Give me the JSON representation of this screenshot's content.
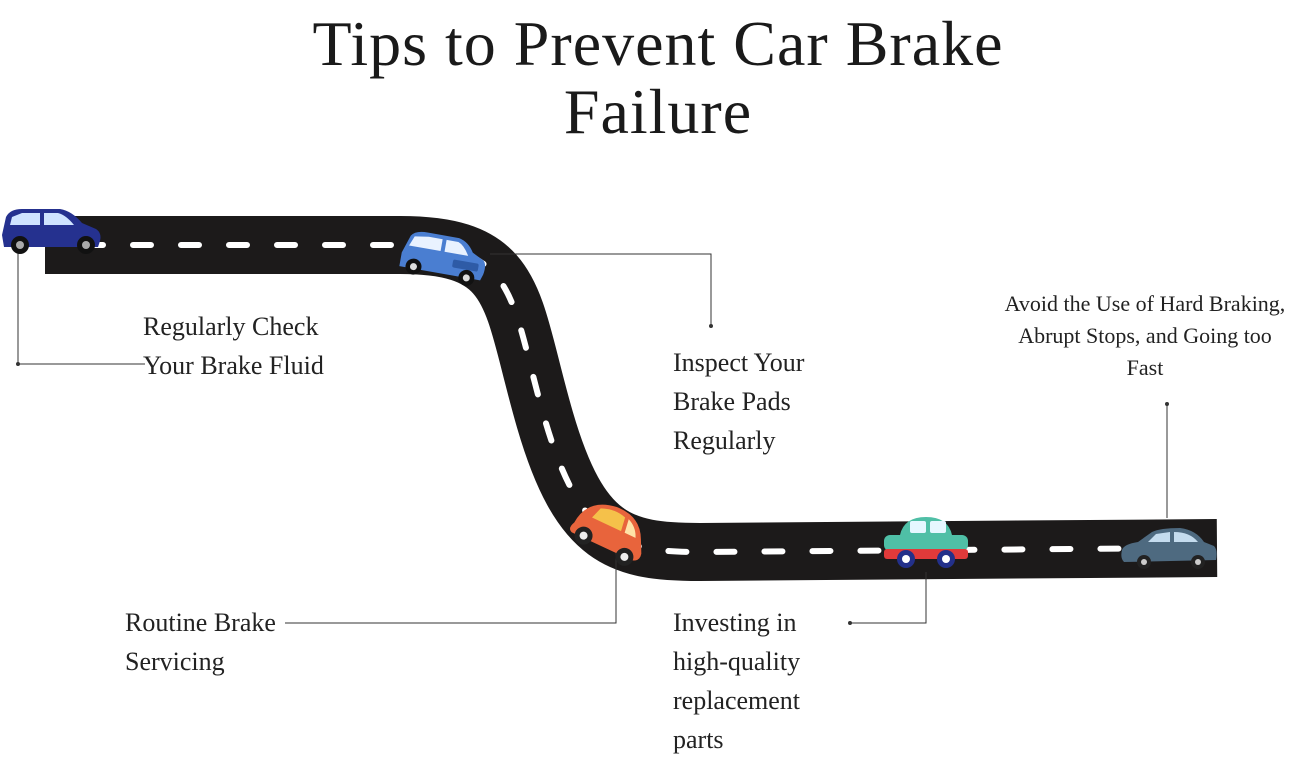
{
  "title": {
    "line1": "Tips to Prevent Car Brake",
    "line2": "Failure"
  },
  "tips": [
    {
      "lines": [
        "Regularly Check",
        "Your Brake Fluid"
      ]
    },
    {
      "lines": [
        "Inspect Your",
        "Brake Pads",
        "Regularly"
      ]
    },
    {
      "lines": [
        "Routine Brake",
        "Servicing"
      ]
    },
    {
      "lines": [
        "Investing in",
        "high-quality",
        "replacement",
        "parts"
      ]
    },
    {
      "lines": [
        "Avoid the Use of Hard Braking,",
        "Abrupt Stops, and Going too",
        "Fast"
      ]
    }
  ],
  "colors": {
    "road": "#1c1a1a",
    "lane_marking": "#ffffff",
    "connector": "#333333",
    "car_navy": "#25318f",
    "car_blue": "#4a7ed1",
    "car_orange": "#e8643c",
    "car_teal": "#4fbfa6",
    "car_slate": "#4e6a80"
  },
  "icons": [
    "car-navy-icon",
    "car-blue-suv-icon",
    "car-orange-beetle-icon",
    "car-teal-icon",
    "car-slate-sedan-icon"
  ]
}
